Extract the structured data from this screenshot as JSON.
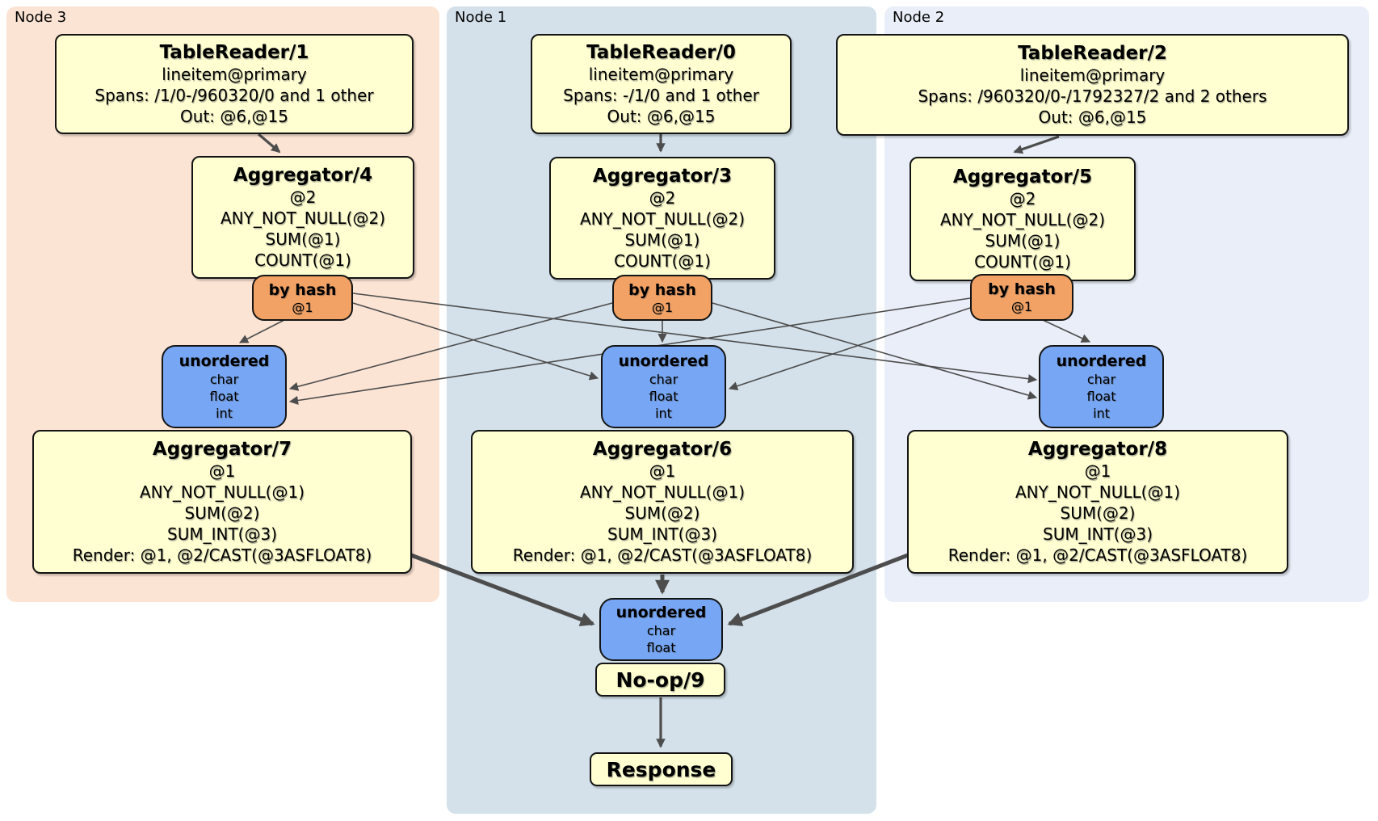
{
  "colors": {
    "page_bg": "#ffffff",
    "node3_bg": "#fce4d4",
    "node1_bg": "#d4e1ea",
    "node2_bg": "#e9eef8",
    "box_bg": "#ffffd2",
    "router_bg": "#f2a264",
    "sync_bg": "#77a7f4",
    "border": "#141414",
    "edge": "#4d4d4d"
  },
  "panels": [
    {
      "label": "Node 3",
      "table_reader": {
        "title": "TableReader/1",
        "lines": [
          "lineitem@primary",
          "Spans: /1/0-/960320/0 and 1 other",
          "Out: @6,@15"
        ]
      },
      "stage1": {
        "title": "Aggregator/4",
        "lines": [
          "@2",
          "ANY_NOT_NULL(@2)",
          "SUM(@1)",
          "COUNT(@1)"
        ]
      },
      "router": {
        "title": "by hash",
        "detail": "@1"
      },
      "sync": {
        "title": "unordered",
        "lines": [
          "char",
          "float",
          "int"
        ]
      },
      "stage2": {
        "title": "Aggregator/7",
        "lines": [
          "@1",
          "ANY_NOT_NULL(@1)",
          "SUM(@2)",
          "SUM_INT(@3)",
          "Render: @1, @2/CAST(@3ASFLOAT8)"
        ]
      }
    },
    {
      "label": "Node 1",
      "table_reader": {
        "title": "TableReader/0",
        "lines": [
          "lineitem@primary",
          "Spans: -/1/0 and 1 other",
          "Out: @6,@15"
        ]
      },
      "stage1": {
        "title": "Aggregator/3",
        "lines": [
          "@2",
          "ANY_NOT_NULL(@2)",
          "SUM(@1)",
          "COUNT(@1)"
        ]
      },
      "router": {
        "title": "by hash",
        "detail": "@1"
      },
      "sync": {
        "title": "unordered",
        "lines": [
          "char",
          "float",
          "int"
        ]
      },
      "stage2": {
        "title": "Aggregator/6",
        "lines": [
          "@1",
          "ANY_NOT_NULL(@1)",
          "SUM(@2)",
          "SUM_INT(@3)",
          "Render: @1, @2/CAST(@3ASFLOAT8)"
        ]
      }
    },
    {
      "label": "Node 2",
      "table_reader": {
        "title": "TableReader/2",
        "lines": [
          "lineitem@primary",
          "Spans: /960320/0-/1792327/2 and 2 others",
          "Out: @6,@15"
        ]
      },
      "stage1": {
        "title": "Aggregator/5",
        "lines": [
          "@2",
          "ANY_NOT_NULL(@2)",
          "SUM(@1)",
          "COUNT(@1)"
        ]
      },
      "router": {
        "title": "by hash",
        "detail": "@1"
      },
      "sync": {
        "title": "unordered",
        "lines": [
          "char",
          "float",
          "int"
        ]
      },
      "stage2": {
        "title": "Aggregator/8",
        "lines": [
          "@1",
          "ANY_NOT_NULL(@1)",
          "SUM(@2)",
          "SUM_INT(@3)",
          "Render: @1, @2/CAST(@3ASFLOAT8)"
        ]
      }
    }
  ],
  "final": {
    "sync": {
      "title": "unordered",
      "lines": [
        "char",
        "float"
      ]
    },
    "noop_label": "No-op/9",
    "response_label": "Response"
  }
}
